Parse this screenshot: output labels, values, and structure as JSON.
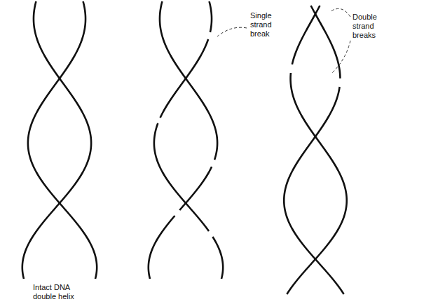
{
  "diagram": {
    "labels": [
      "Intact DNA double helix",
      "Single strand break",
      "Double strand breaks"
    ]
  }
}
